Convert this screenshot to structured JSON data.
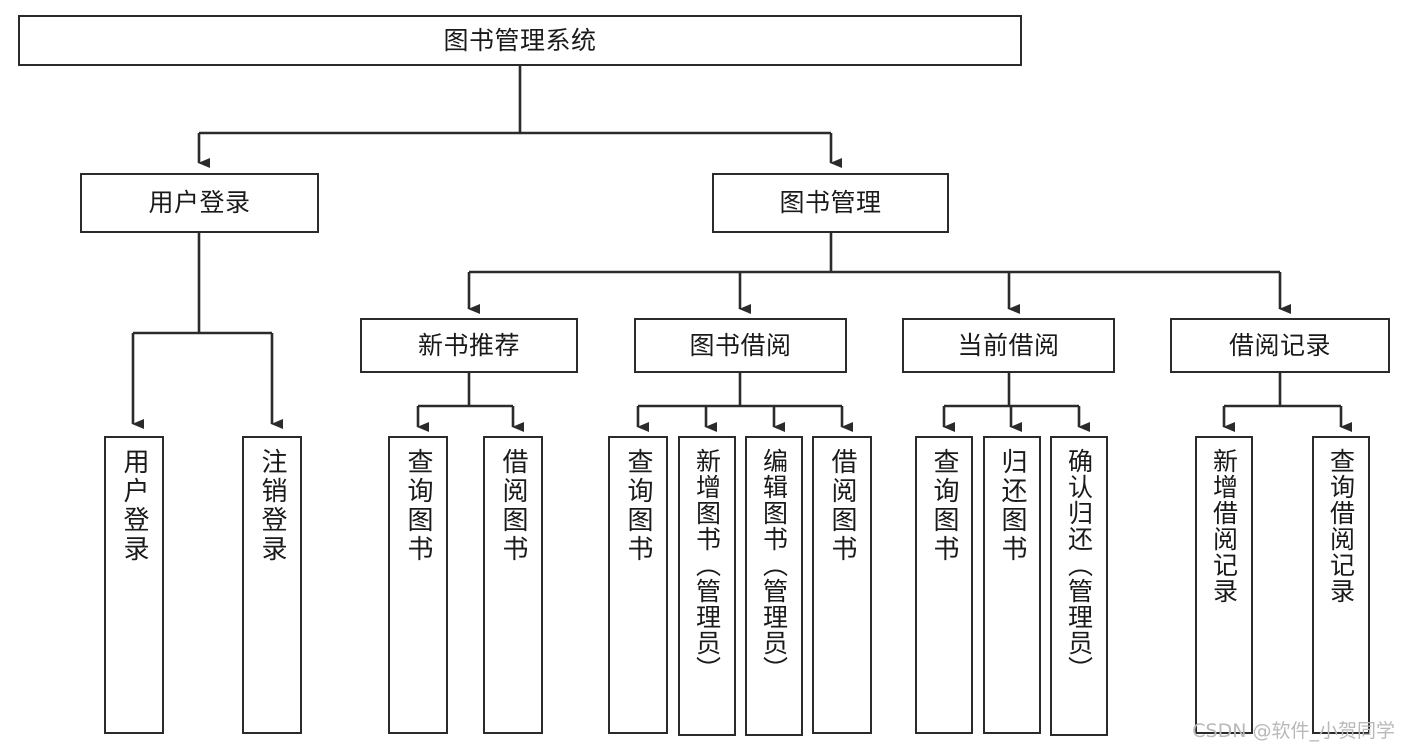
{
  "diagram": {
    "type": "tree-hierarchy",
    "title": "图书管理系统",
    "watermark": "CSDN @软件_小贺同学",
    "colors": {
      "stroke": "#2b2b2b",
      "fill": "#ffffff",
      "text": "#1a1a1a",
      "watermark": "#b9b9b9"
    },
    "nodes": {
      "root": {
        "label": "图书管理系统"
      },
      "level1": [
        {
          "id": "user-login",
          "label": "用户登录"
        },
        {
          "id": "book-management",
          "label": "图书管理"
        }
      ],
      "level2": [
        {
          "id": "new-book-recommend",
          "label": "新书推荐",
          "parent": "book-management"
        },
        {
          "id": "book-borrow",
          "label": "图书借阅",
          "parent": "book-management"
        },
        {
          "id": "current-borrow",
          "label": "当前借阅",
          "parent": "book-management"
        },
        {
          "id": "borrow-record",
          "label": "借阅记录",
          "parent": "book-management"
        }
      ],
      "leaves": {
        "user_login": [
          {
            "id": "leaf-user-login",
            "label": "用户登录"
          },
          {
            "id": "leaf-logout",
            "label": "注销登录"
          }
        ],
        "new_book_recommend": [
          {
            "id": "leaf-query-book-1",
            "label": "查询图书"
          },
          {
            "id": "leaf-borrow-book-1",
            "label": "借阅图书"
          }
        ],
        "book_borrow": [
          {
            "id": "leaf-query-book-2",
            "label": "查询图书"
          },
          {
            "id": "leaf-add-book",
            "label": "新增图书（管理员）"
          },
          {
            "id": "leaf-edit-book",
            "label": "编辑图书（管理员）"
          },
          {
            "id": "leaf-borrow-book-2",
            "label": "借阅图书"
          }
        ],
        "current_borrow": [
          {
            "id": "leaf-query-book-3",
            "label": "查询图书"
          },
          {
            "id": "leaf-return-book",
            "label": "归还图书"
          },
          {
            "id": "leaf-confirm-return",
            "label": "确认归还（管理员）"
          }
        ],
        "borrow_record": [
          {
            "id": "leaf-add-record",
            "label": "新增借阅记录"
          },
          {
            "id": "leaf-query-record",
            "label": "查询借阅记录"
          }
        ]
      }
    }
  }
}
